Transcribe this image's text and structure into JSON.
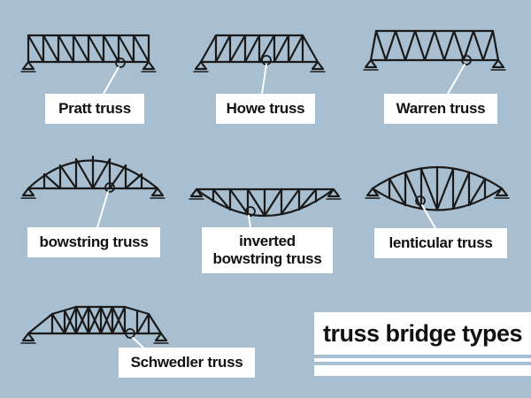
{
  "title": "truss bridge types",
  "colors": {
    "background": "#a7bfd0",
    "ink": "#1a1a1a",
    "label_bg": "#ffffff"
  },
  "trusses": [
    {
      "id": "pratt",
      "label": "Pratt truss"
    },
    {
      "id": "howe",
      "label": "Howe truss"
    },
    {
      "id": "warren",
      "label": "Warren truss"
    },
    {
      "id": "bowstring",
      "label": "bowstring truss"
    },
    {
      "id": "inverted-bowstring",
      "label_line1": "inverted",
      "label_line2": "bowstring truss"
    },
    {
      "id": "lenticular",
      "label": "lenticular truss"
    },
    {
      "id": "schwedler",
      "label": "Schwedler truss"
    }
  ]
}
